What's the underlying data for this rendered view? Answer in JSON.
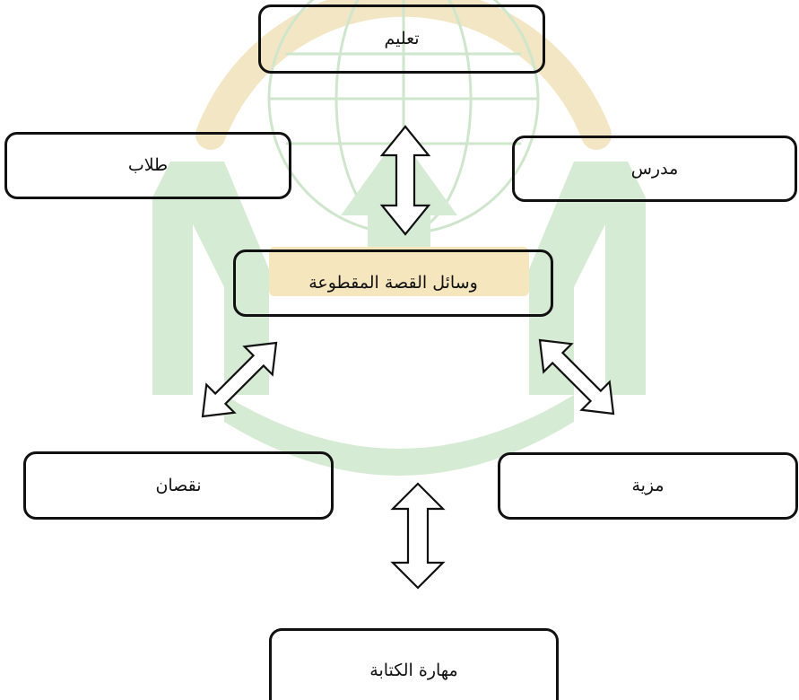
{
  "diagram": {
    "top": {
      "label": "تعليم"
    },
    "left_upper": {
      "label": "طلاب"
    },
    "right_upper": {
      "label": "مدرس"
    },
    "center": {
      "label": "وسائل القصة المقطوعة"
    },
    "left_lower": {
      "label": "نقصان"
    },
    "right_lower": {
      "label": "مزية"
    },
    "bottom": {
      "label": "مهارة الكتابة"
    }
  },
  "colors": {
    "stroke": "#111111",
    "watermark_green": "#d6ebd4",
    "watermark_gold": "#f3e6c4"
  }
}
